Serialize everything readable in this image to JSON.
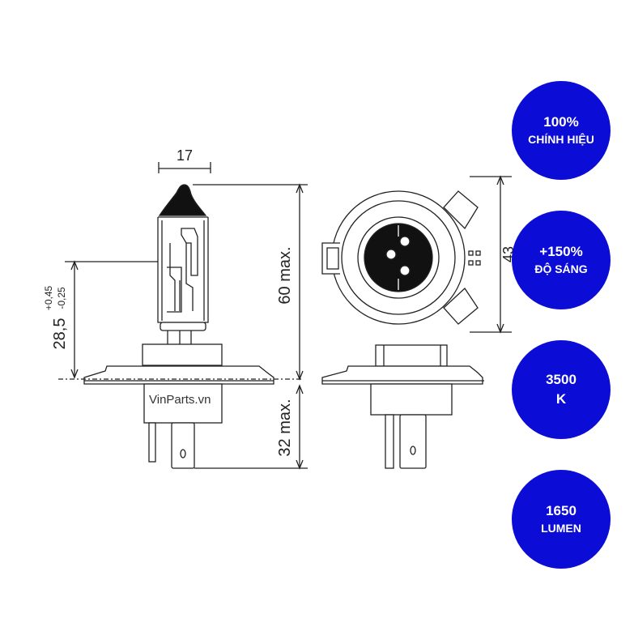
{
  "diagram": {
    "dim_width": "17",
    "dim_height_total": "60 max.",
    "dim_height_base": "32 max.",
    "dim_focal": "28,5",
    "dim_focal_tol_plus": "+0,45",
    "dim_focal_tol_minus": "-0,25",
    "dim_side_diameter": "43",
    "watermark": "VinParts.vn"
  },
  "badges": [
    {
      "line1": "100%",
      "line2": "CHÍNH HIỆU"
    },
    {
      "line1": "+150%",
      "line2": "ĐỘ SÁNG"
    },
    {
      "line1": "3500",
      "line2": "K"
    },
    {
      "line1": "1650",
      "line2": "LUMEN"
    }
  ],
  "colors": {
    "badge_fill": "#0b0cd6",
    "badge_text": "#ffffff",
    "line": "#222222"
  }
}
